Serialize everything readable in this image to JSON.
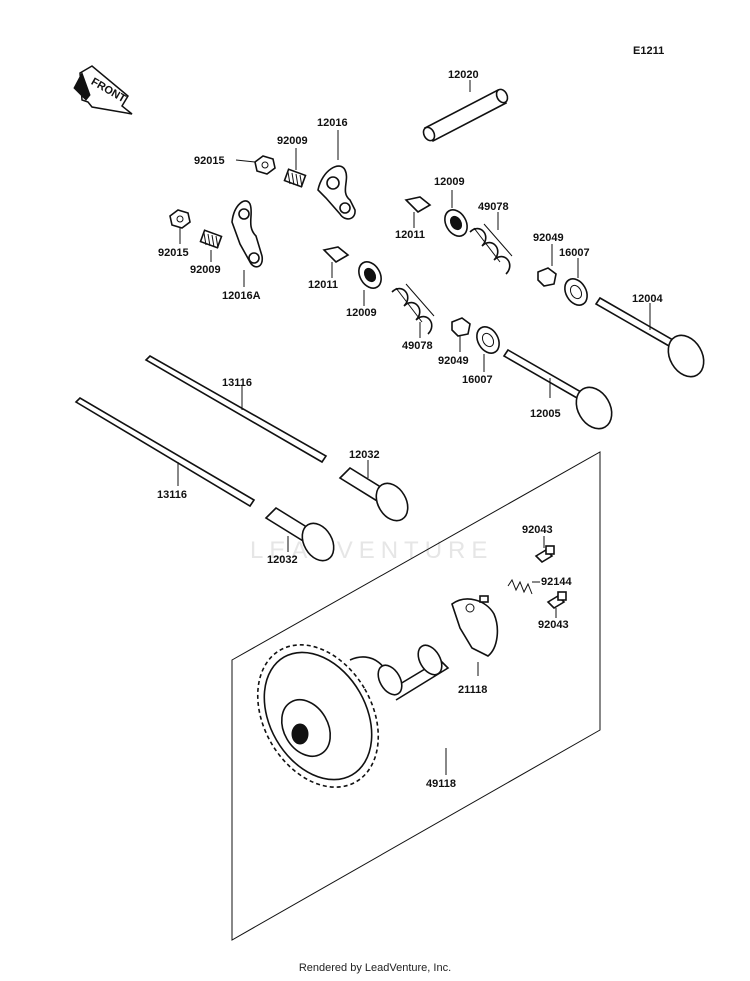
{
  "ref_code": "E1211",
  "front_label": "FRONT",
  "watermark": "LEADVENTURE",
  "footer": "Rendered by LeadVenture, Inc.",
  "callouts": {
    "p12020": "12020",
    "p12016": "12016",
    "p92009a": "92009",
    "p92015a": "92015",
    "p92015b": "92015",
    "p92009b": "92009",
    "p12016A": "12016A",
    "p12009a": "12009",
    "p12011a": "12011",
    "p49078a": "49078",
    "p92049a": "92049",
    "p16007a": "16007",
    "p12004": "12004",
    "p12011b": "12011",
    "p12009b": "12009",
    "p49078b": "49078",
    "p92049b": "92049",
    "p16007b": "16007",
    "p12005": "12005",
    "p13116a": "13116",
    "p13116b": "13116",
    "p12032a": "12032",
    "p12032b": "12032",
    "p92043a": "92043",
    "p92144": "92144",
    "p92043b": "92043",
    "p21118": "21118",
    "p49118": "49118"
  }
}
